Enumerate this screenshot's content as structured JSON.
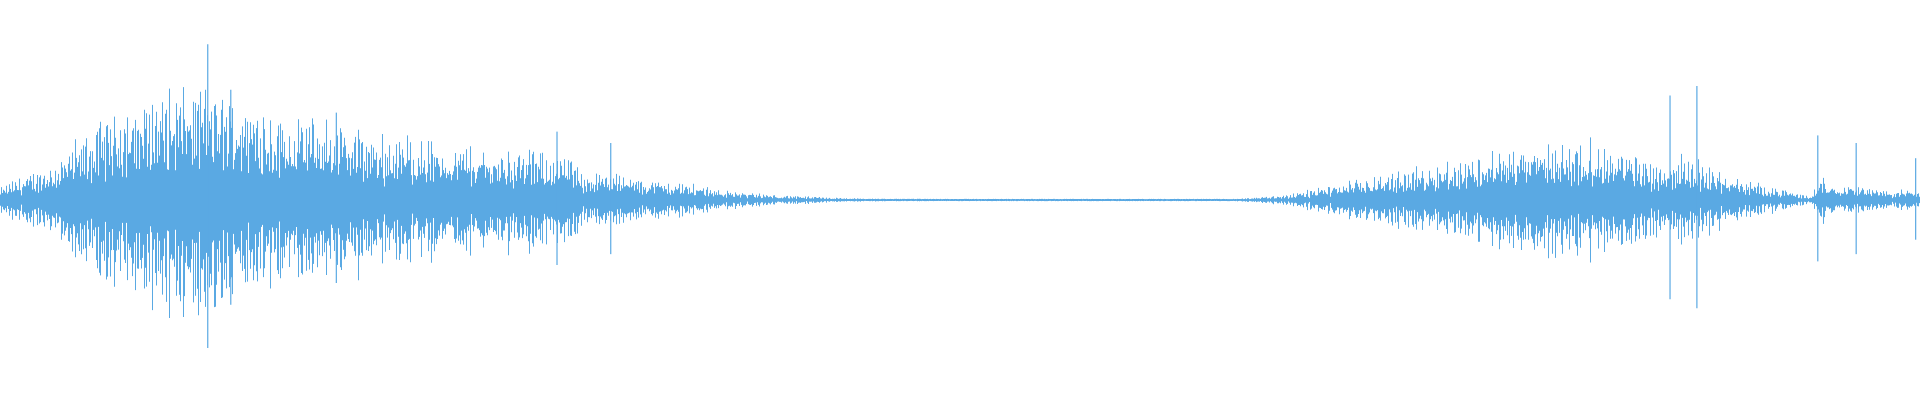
{
  "waveform": {
    "color": "#5aa9e3",
    "amplitude_profile": [
      [
        0.0,
        0.07
      ],
      [
        0.01,
        0.12
      ],
      [
        0.02,
        0.16
      ],
      [
        0.03,
        0.22
      ],
      [
        0.045,
        0.36
      ],
      [
        0.06,
        0.5
      ],
      [
        0.075,
        0.56
      ],
      [
        0.09,
        0.6
      ],
      [
        0.105,
        0.66
      ],
      [
        0.115,
        0.6
      ],
      [
        0.13,
        0.55
      ],
      [
        0.145,
        0.48
      ],
      [
        0.16,
        0.45
      ],
      [
        0.175,
        0.42
      ],
      [
        0.19,
        0.4
      ],
      [
        0.2,
        0.34
      ],
      [
        0.21,
        0.36
      ],
      [
        0.225,
        0.32
      ],
      [
        0.24,
        0.3
      ],
      [
        0.255,
        0.28
      ],
      [
        0.27,
        0.28
      ],
      [
        0.285,
        0.26
      ],
      [
        0.295,
        0.24
      ],
      [
        0.305,
        0.16
      ],
      [
        0.32,
        0.14
      ],
      [
        0.335,
        0.12
      ],
      [
        0.35,
        0.1
      ],
      [
        0.365,
        0.08
      ],
      [
        0.38,
        0.05
      ],
      [
        0.4,
        0.03
      ],
      [
        0.42,
        0.02
      ],
      [
        0.44,
        0.01
      ],
      [
        0.46,
        0.008
      ],
      [
        0.5,
        0.006
      ],
      [
        0.55,
        0.005
      ],
      [
        0.6,
        0.004
      ],
      [
        0.64,
        0.004
      ],
      [
        0.66,
        0.02
      ],
      [
        0.67,
        0.03
      ],
      [
        0.685,
        0.06
      ],
      [
        0.7,
        0.1
      ],
      [
        0.72,
        0.14
      ],
      [
        0.74,
        0.18
      ],
      [
        0.76,
        0.22
      ],
      [
        0.775,
        0.26
      ],
      [
        0.79,
        0.28
      ],
      [
        0.805,
        0.3
      ],
      [
        0.82,
        0.32
      ],
      [
        0.835,
        0.3
      ],
      [
        0.85,
        0.26
      ],
      [
        0.865,
        0.2
      ],
      [
        0.88,
        0.24
      ],
      [
        0.89,
        0.18
      ],
      [
        0.905,
        0.12
      ],
      [
        0.92,
        0.08
      ],
      [
        0.935,
        0.04
      ],
      [
        0.944,
        0.02
      ],
      [
        0.946,
        0.08
      ],
      [
        0.95,
        0.14
      ],
      [
        0.955,
        0.08
      ],
      [
        0.965,
        0.1
      ],
      [
        0.975,
        0.06
      ],
      [
        0.985,
        0.05
      ],
      [
        0.995,
        0.06
      ],
      [
        1.0,
        0.05
      ]
    ],
    "spikes": [
      [
        0.108,
        0.82
      ],
      [
        0.12,
        0.58
      ],
      [
        0.175,
        0.46
      ],
      [
        0.29,
        0.36
      ],
      [
        0.318,
        0.3
      ],
      [
        0.87,
        0.55
      ],
      [
        0.884,
        0.6
      ],
      [
        0.947,
        0.34
      ],
      [
        0.967,
        0.3
      ],
      [
        0.998,
        0.22
      ]
    ]
  }
}
